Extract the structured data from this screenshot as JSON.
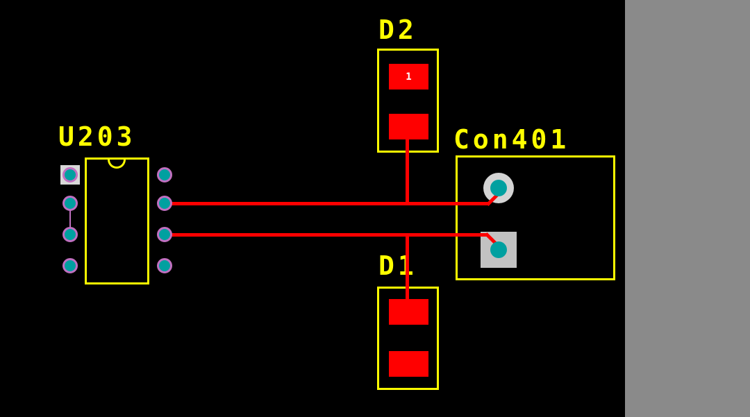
{
  "canvas": {
    "background": "#000000"
  },
  "side_panel": {
    "color": "#8a8a8a"
  },
  "colors": {
    "silkscreen": "#ffff00",
    "trace_top_layer": "#ff0000",
    "pad_hole_teal": "#00a0a0",
    "pad_ring_magenta": "#c070c0",
    "pad_plated_gray": "#d4d4d4"
  },
  "components": {
    "u203": {
      "label": "U203"
    },
    "d2": {
      "label": "D2",
      "pad1_number": "1"
    },
    "d1": {
      "label": "D1"
    },
    "con401": {
      "label": "Con401"
    }
  }
}
